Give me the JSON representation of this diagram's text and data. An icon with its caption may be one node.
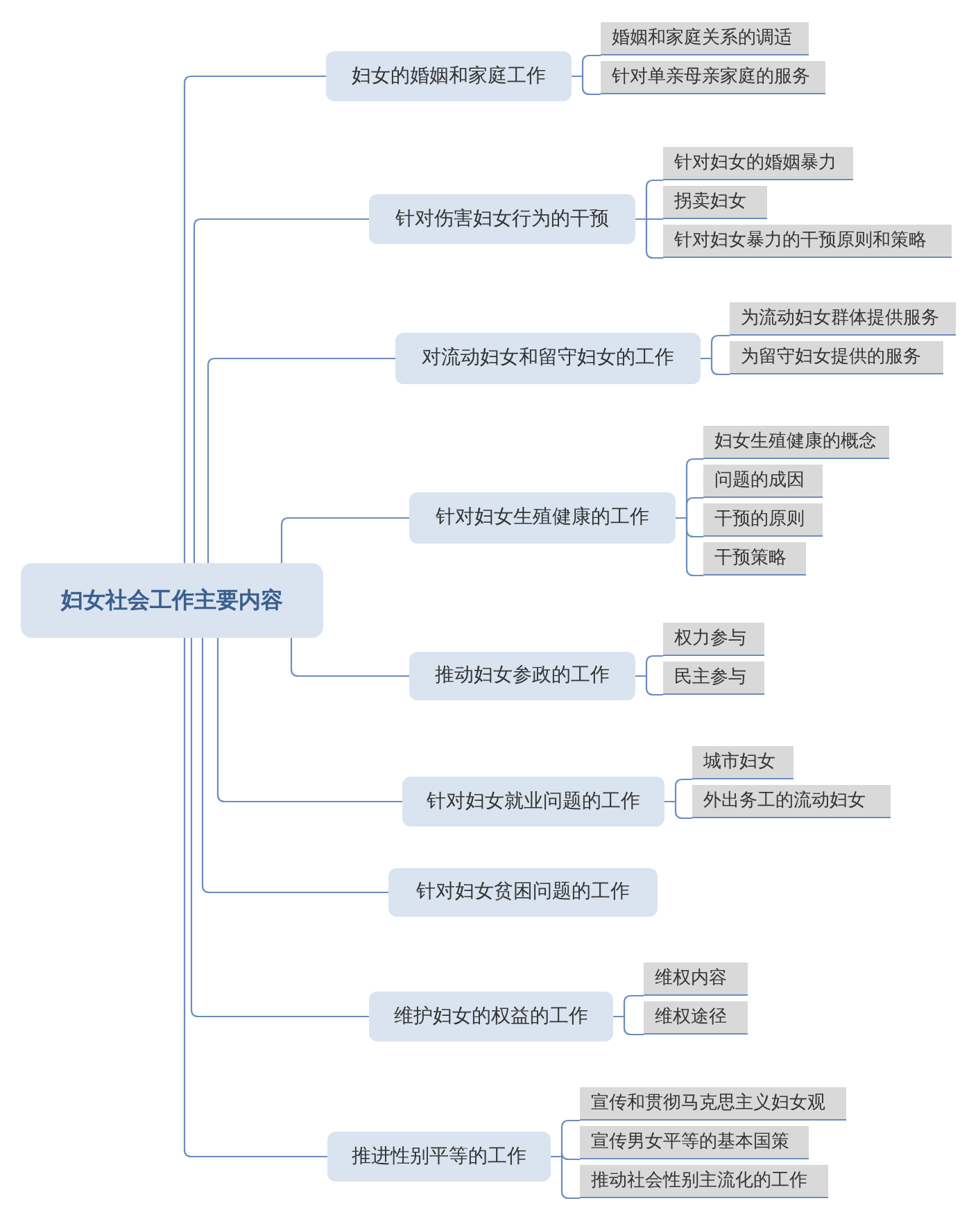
{
  "diagram": {
    "nodes": [
      {
        "text": [
          "妇女社会工作主要内容"
        ]
      },
      {
        "text": [
          "妇女的婚姻和家庭工作"
        ]
      },
      {
        "text": [
          "婚姻和家庭关系的调适"
        ]
      },
      {
        "text": [
          "针对单亲母亲家庭的服务"
        ]
      },
      {
        "text": [
          "针对伤害妇女行为的干预"
        ]
      },
      {
        "text": [
          "针对妇女的婚姻暴力"
        ]
      },
      {
        "text": [
          "拐卖妇女"
        ]
      },
      {
        "text": [
          "针对妇女暴力的干预原则和策略"
        ]
      },
      {
        "text": [
          "对流动妇女和留守妇女的工作"
        ]
      },
      {
        "text": [
          "为流动妇女群体提供服务"
        ]
      },
      {
        "text": [
          "为留守妇女提供的服务"
        ]
      },
      {
        "text": [
          "针对妇女生殖健康的工作"
        ]
      },
      {
        "text": [
          "妇女生殖健康的概念"
        ]
      },
      {
        "text": [
          "问题的成因"
        ]
      },
      {
        "text": [
          "干预的原则"
        ]
      },
      {
        "text": [
          "干预策略"
        ]
      },
      {
        "text": [
          "推动妇女参政的工作"
        ]
      },
      {
        "text": [
          "权力参与"
        ]
      },
      {
        "text": [
          "民主参与"
        ]
      },
      {
        "text": [
          "针对妇女就业问题的工作"
        ]
      },
      {
        "text": [
          "城市妇女"
        ]
      },
      {
        "text": [
          "外出务工的流动妇女"
        ]
      },
      {
        "text": [
          "针对妇女贫困问题的工作"
        ]
      },
      {
        "text": [
          "维护妇女的权益的工作"
        ]
      },
      {
        "text": [
          "维权内容"
        ]
      },
      {
        "text": [
          "维权途径"
        ]
      },
      {
        "text": [
          "推进性别平等的工作"
        ]
      },
      {
        "text": [
          "宣传和贯彻马克思主义妇女观"
        ]
      },
      {
        "text": [
          "宣传男女平等的基本国策"
        ]
      },
      {
        "text": [
          "推动社会性别主流化的工作"
        ]
      }
    ],
    "edges": [
      {
        "from": 0,
        "to": 1,
        "arrow": "none"
      },
      {
        "from": 1,
        "to": 2,
        "arrow": "none"
      },
      {
        "from": 1,
        "to": 3,
        "arrow": "none"
      },
      {
        "from": 0,
        "to": 4,
        "arrow": "none"
      },
      {
        "from": 4,
        "to": 5,
        "arrow": "none"
      },
      {
        "from": 4,
        "to": 6,
        "arrow": "none"
      },
      {
        "from": 4,
        "to": 7,
        "arrow": "none"
      },
      {
        "from": 0,
        "to": 8,
        "arrow": "none"
      },
      {
        "from": 8,
        "to": 9,
        "arrow": "none"
      },
      {
        "from": 8,
        "to": 10,
        "arrow": "none"
      },
      {
        "from": 0,
        "to": 11,
        "arrow": "none"
      },
      {
        "from": 11,
        "to": 12,
        "arrow": "none"
      },
      {
        "from": 11,
        "to": 13,
        "arrow": "none"
      },
      {
        "from": 11,
        "to": 14,
        "arrow": "none"
      },
      {
        "from": 11,
        "to": 15,
        "arrow": "none"
      },
      {
        "from": 0,
        "to": 16,
        "arrow": "none"
      },
      {
        "from": 16,
        "to": 17,
        "arrow": "none"
      },
      {
        "from": 16,
        "to": 18,
        "arrow": "none"
      },
      {
        "from": 0,
        "to": 19,
        "arrow": "none"
      },
      {
        "from": 19,
        "to": 20,
        "arrow": "none"
      },
      {
        "from": 19,
        "to": 21,
        "arrow": "none"
      },
      {
        "from": 0,
        "to": 22,
        "arrow": "none"
      },
      {
        "from": 0,
        "to": 23,
        "arrow": "none"
      },
      {
        "from": 23,
        "to": 24,
        "arrow": "none"
      },
      {
        "from": 23,
        "to": 25,
        "arrow": "none"
      },
      {
        "from": 0,
        "to": 26,
        "arrow": "none"
      },
      {
        "from": 26,
        "to": 27,
        "arrow": "none"
      },
      {
        "from": 26,
        "to": 28,
        "arrow": "none"
      },
      {
        "from": 26,
        "to": 29,
        "arrow": "none"
      }
    ]
  }
}
